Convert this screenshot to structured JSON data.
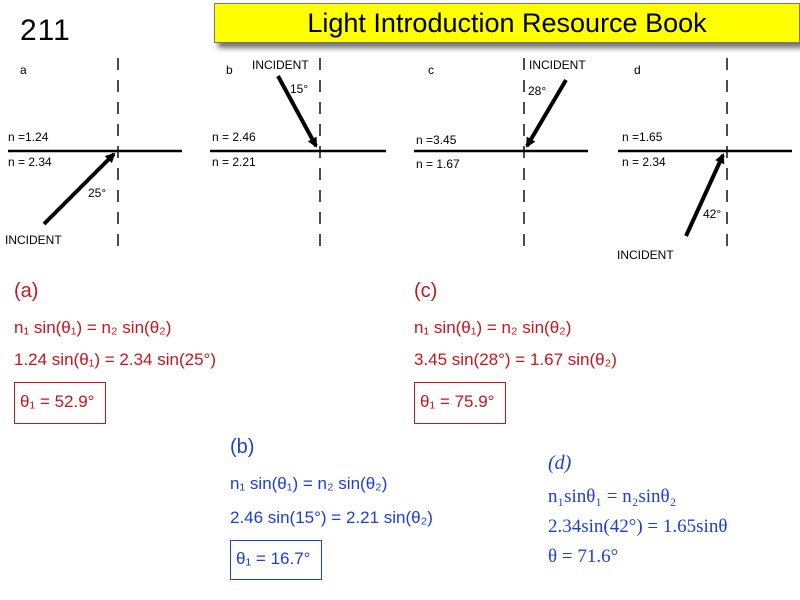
{
  "page_number": "211",
  "title": "Light Introduction Resource Book",
  "diagrams": {
    "a": {
      "letter": "a",
      "n_top": "n =1.24",
      "n_bottom": "n = 2.34",
      "angle": "25°",
      "incident": "INCIDENT"
    },
    "b": {
      "letter": "b",
      "n_top": "n = 2.46",
      "n_bottom": "n = 2.21",
      "angle": "15°",
      "incident": "INCIDENT"
    },
    "c": {
      "letter": "c",
      "n_top": "n =3.45",
      "n_bottom": "n = 1.67",
      "angle": "28°",
      "incident": "INCIDENT"
    },
    "d": {
      "letter": "d",
      "n_top": "n =1.65",
      "n_bottom": "n = 2.34",
      "angle": "42°",
      "incident": "INCIDENT"
    }
  },
  "solutions": {
    "a": {
      "label": "(a)",
      "line1": "n₁ sin(θ₁) = n₂ sin(θ₂)",
      "line2": "1.24 sin(θ₁) = 2.34 sin(25°)",
      "answer": "θ₁ = 52.9°"
    },
    "b": {
      "label": "(b)",
      "line1": "n₁ sin(θ₁) = n₂ sin(θ₂)",
      "line2": "2.46 sin(15°) = 2.21 sin(θ₂)",
      "answer": "θ₁ = 16.7°"
    },
    "c": {
      "label": "(c)",
      "line1": "n₁ sin(θ₁) = n₂ sin(θ₂)",
      "line2": "3.45 sin(28°) = 1.67 sin(θ₂)",
      "answer": "θ₁ = 75.9°"
    },
    "d": {
      "label": "(d)",
      "line1": "n₁sinθ₁ = n₂sinθ₂",
      "line2": "2.34sin(42°) = 1.65sinθ",
      "answer": "θ = 71.6°"
    }
  },
  "colors": {
    "red": "#c4161c",
    "blue": "#1a3fd6",
    "title_bg": "#ffff00"
  }
}
